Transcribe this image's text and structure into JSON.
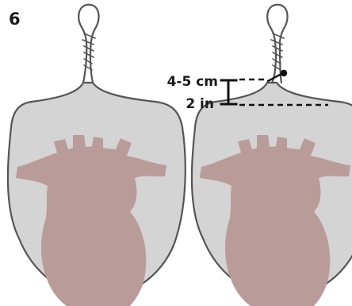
{
  "step": {
    "number": "6"
  },
  "measurement": {
    "metric": "4-5 cm",
    "imperial": "2 in"
  },
  "colors": {
    "bag_fill": "#d4d4d4",
    "bag_outline": "#555555",
    "heart": "#b99b9a",
    "ink": "#111111"
  },
  "figures": [
    {
      "id": "bag-untied",
      "tied": false
    },
    {
      "id": "bag-tied",
      "tied": true
    }
  ]
}
